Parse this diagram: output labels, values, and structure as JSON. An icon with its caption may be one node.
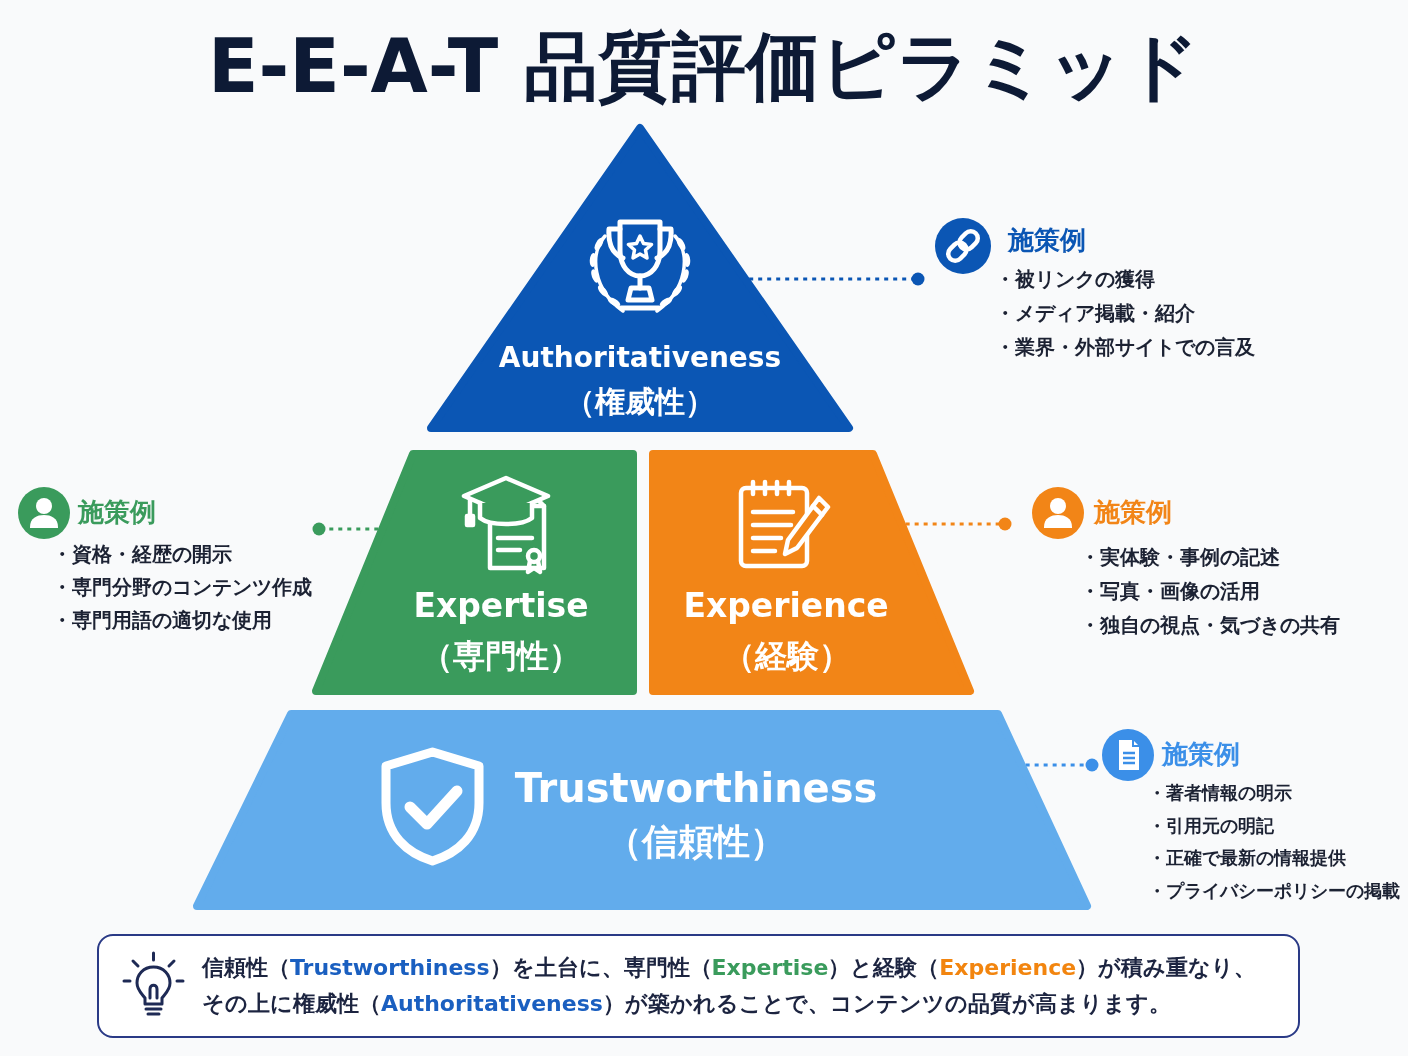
{
  "diagram": {
    "title": "E-E-A-T 品質評価ピラミッド",
    "nodes": [
      {
        "text": [
          "Authoritativeness",
          "（権威性）"
        ]
      },
      {
        "text": [
          "施策例",
          "・被リンクの獲得",
          "・メディア掲載・紹介",
          "・業界・外部サイトでの言及"
        ]
      },
      {
        "text": [
          "施策例",
          "・資格・経歴の開示",
          "・専門分野のコンテンツ作成",
          "・専門用語の適切な使用"
        ]
      },
      {
        "text": [
          "Expertise",
          "（専門性）"
        ]
      },
      {
        "text": [
          "Experience",
          "（経験）"
        ]
      },
      {
        "text": [
          "施策例",
          "・実体験・事例の記述",
          "・写真・画像の活用",
          "・独自の視点・気づきの共有"
        ]
      },
      {
        "text": [
          "Trustworthiness",
          "（信頼性）"
        ]
      },
      {
        "text": [
          "施策例",
          "・著者情報の明示",
          "・引用元の明記",
          "・正確で最新の情報提供",
          "・プライバシーポリシーの掲載"
        ]
      },
      {
        "text": [
          "信頼性（Trustworthiness）を土台に、専門性（Expertise）と経験（Experience）が積み重なり、その上に権威性（Authoritativeness）が築かれることで、コンテンツの品質が高まります。"
        ]
      }
    ],
    "edges": [
      {
        "from": 0,
        "to": 1,
        "arrow": "other",
        "style": "dashed",
        "color": "#0b56b4"
      },
      {
        "from": 3,
        "to": 2,
        "arrow": "other",
        "style": "dashed",
        "color": "#3a9b5c"
      },
      {
        "from": 4,
        "to": 5,
        "arrow": "other",
        "style": "dashed",
        "color": "#f28517"
      },
      {
        "from": 6,
        "to": 7,
        "arrow": "other",
        "style": "dashed",
        "color": "#3b8fe8"
      }
    ]
  }
}
